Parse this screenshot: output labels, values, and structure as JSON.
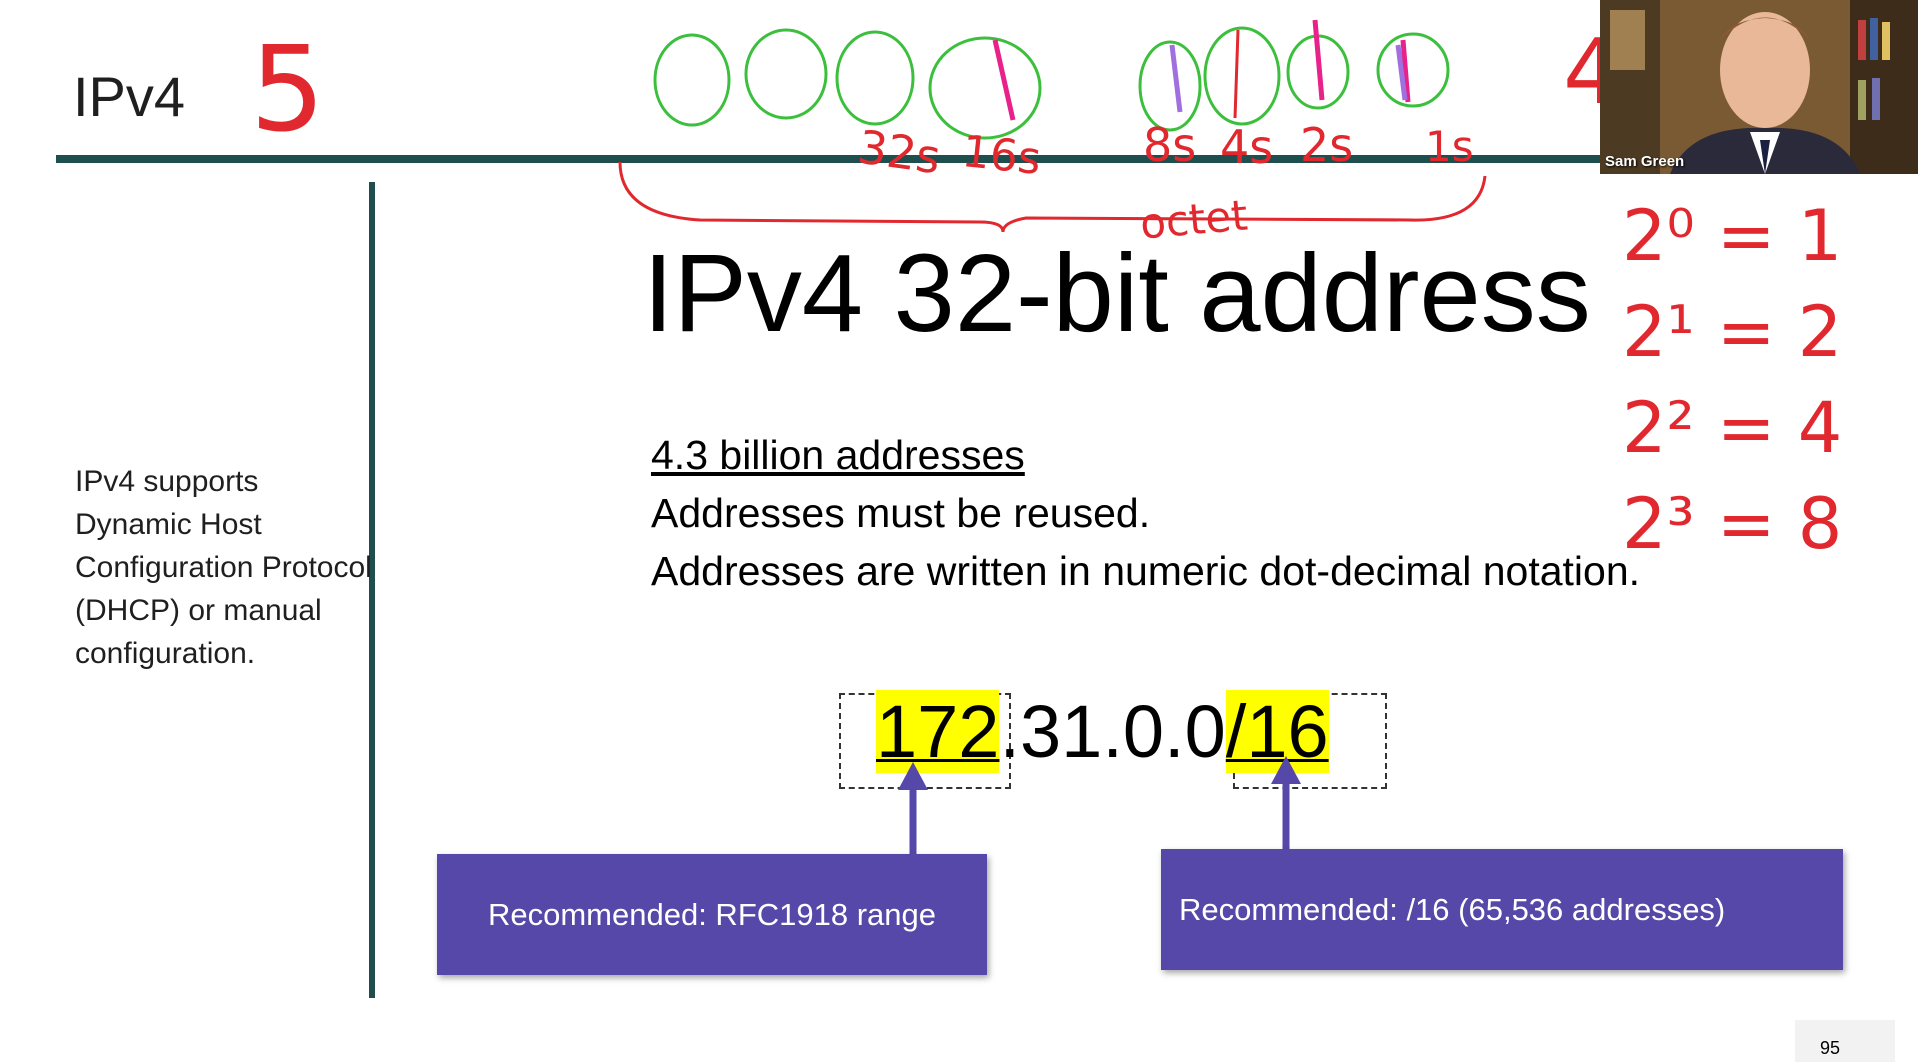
{
  "slide": {
    "title": "IPv4",
    "heading": "IPv4 32-bit address",
    "sidebar_text": "IPv4 supports Dynamic Host Configuration Protocol (DHCP) or manual configuration.",
    "bullets": {
      "first": "4.3 billion addresses",
      "second": "Addresses must be reused.",
      "third": "Addresses are written in numeric dot-decimal notation."
    },
    "address": {
      "part1": "172",
      "part2": ".31.0.0",
      "part3": "/16"
    },
    "callout_left": "Recommended: RFC1918 range",
    "callout_right": "Recommended: /16 (65,536 addresses)",
    "page_number": "95"
  },
  "annotations": {
    "digit_five": "5",
    "digit_four": "4",
    "octet_label": "octet",
    "bit_labels": [
      "32s",
      "16s",
      "8s",
      "4s",
      "2s",
      "1s"
    ],
    "powers": [
      "2⁰ = 1",
      "2¹ = 2",
      "2² = 4",
      "2³ = 8"
    ]
  },
  "webcam": {
    "name": "Sam Green"
  },
  "colors": {
    "accent": "#1f4e4e",
    "callout": "#5648a8",
    "highlight": "#ffff00",
    "ink_red": "#e0282e",
    "ink_green": "#3cbf3c",
    "ink_pink": "#e8228a",
    "ink_purple": "#a070e0"
  }
}
